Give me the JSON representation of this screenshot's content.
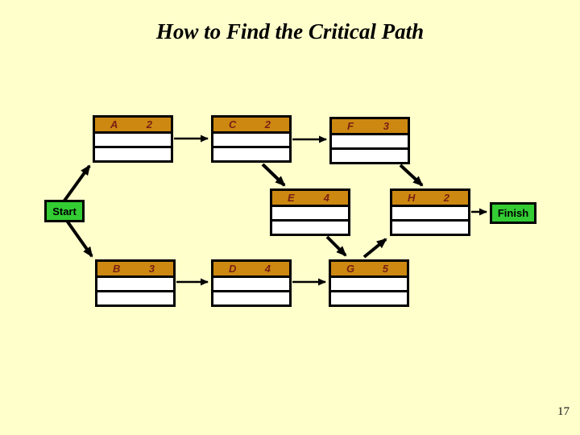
{
  "slide": {
    "title": "How to Find the Critical Path",
    "page_number": "17",
    "background_color": "#FFFFCC"
  },
  "colors": {
    "node_header_fill": "#CC8811",
    "node_label_color": "#7A1F14",
    "node_row_fill": "#FFFFFF",
    "terminal_fill": "#33CC33",
    "border_and_arrow_color": "#000000",
    "title_color": "#000000"
  },
  "terminals": {
    "start_label": "Start",
    "finish_label": "Finish"
  },
  "nodes": [
    {
      "id": "A",
      "letter": "A",
      "duration": "2"
    },
    {
      "id": "B",
      "letter": "B",
      "duration": "3"
    },
    {
      "id": "C",
      "letter": "C",
      "duration": "2"
    },
    {
      "id": "D",
      "letter": "D",
      "duration": "4"
    },
    {
      "id": "E",
      "letter": "E",
      "duration": "4"
    },
    {
      "id": "F",
      "letter": "F",
      "duration": "3"
    },
    {
      "id": "G",
      "letter": "G",
      "duration": "5"
    },
    {
      "id": "H",
      "letter": "H",
      "duration": "2"
    }
  ],
  "edges": [
    {
      "from": "Start",
      "to": "A"
    },
    {
      "from": "Start",
      "to": "B"
    },
    {
      "from": "A",
      "to": "C"
    },
    {
      "from": "B",
      "to": "D"
    },
    {
      "from": "C",
      "to": "E"
    },
    {
      "from": "C",
      "to": "F"
    },
    {
      "from": "D",
      "to": "G"
    },
    {
      "from": "E",
      "to": "G"
    },
    {
      "from": "F",
      "to": "H"
    },
    {
      "from": "G",
      "to": "H"
    },
    {
      "from": "H",
      "to": "Finish"
    }
  ]
}
